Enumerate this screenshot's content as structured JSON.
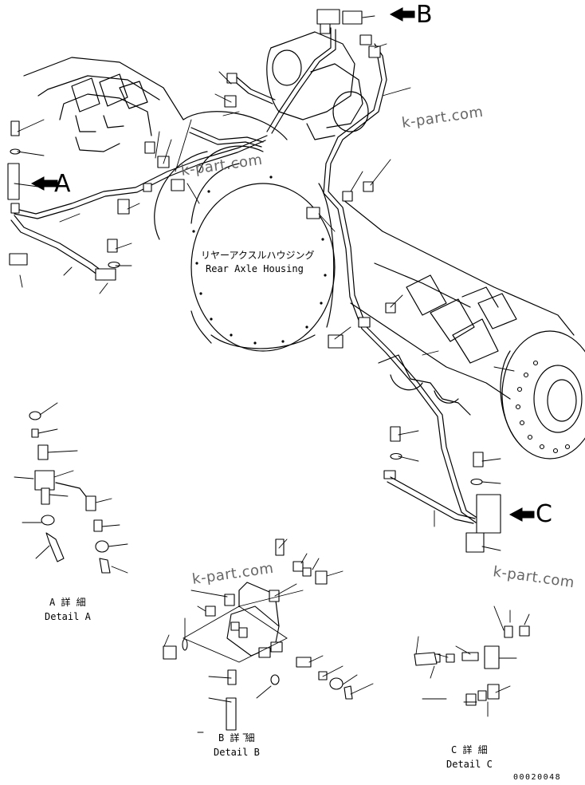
{
  "housing_label": {
    "jp": "リヤーアクスルハウジング",
    "en": "Rear Axle Housing"
  },
  "views": {
    "a": "A",
    "b": "B",
    "c": "C"
  },
  "details": {
    "a": {
      "jp": "A 詳 細",
      "en": "Detail A"
    },
    "b": {
      "jp": "B 詳 細",
      "en": "Detail B"
    },
    "c": {
      "jp": "C 詳 細",
      "en": "Detail C"
    }
  },
  "watermark": "k-part.com",
  "drawing_code": "00020048"
}
